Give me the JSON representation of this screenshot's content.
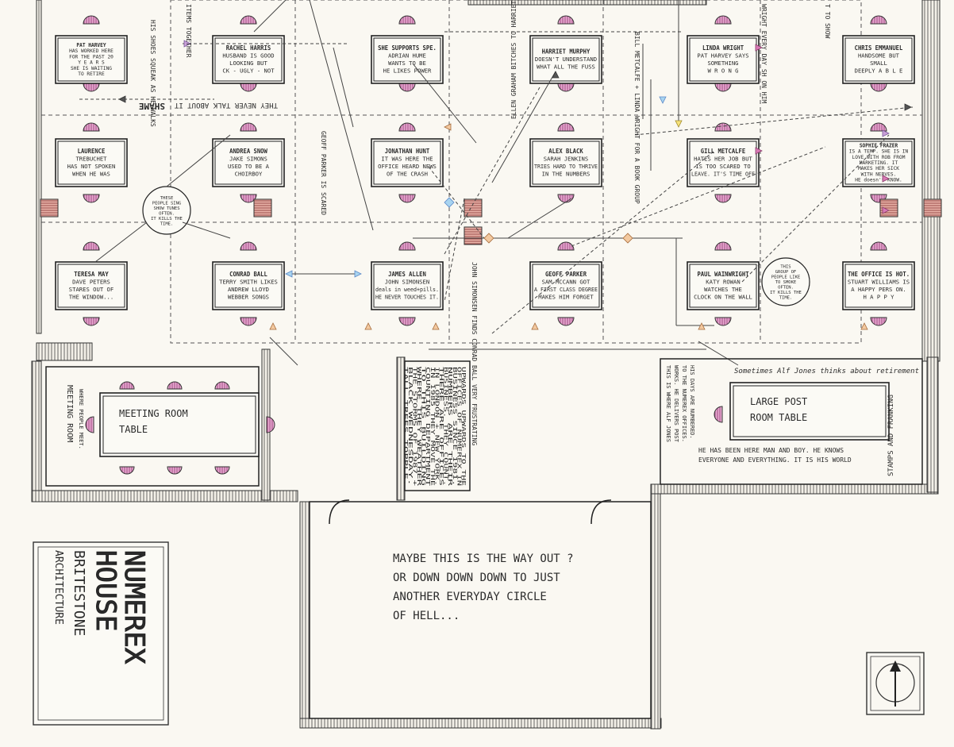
{
  "colors": {
    "paper": "#faf8f2",
    "ink": "#2b2b2b",
    "chair": "#c25a9a",
    "pillar": "#b85a5a",
    "arrow_orange": "#e08a3c",
    "arrow_blue": "#5a88c8",
    "arrow_pink": "#d87ab5"
  },
  "desks": [
    {
      "id": "pat-harvey",
      "lines": [
        "PAT HARVEY",
        "HAS WORKED HERE",
        "FOR THE PAST 20",
        "Y E A R S",
        "SHE IS WAITING",
        "TO RETIRE"
      ]
    },
    {
      "id": "rachel-harris",
      "lines": [
        "RACHEL HARRIS",
        "HUSBAND IS GOOD",
        "LOOKING BUT",
        "CK - UGLY - NOT"
      ]
    },
    {
      "id": "adrian-hume",
      "lines": [
        "SHE SUPPORTS SPE.",
        "ADRIAN HUME",
        "WANTS TO BE",
        "HE LIKES POWER"
      ]
    },
    {
      "id": "harriet-murphy",
      "lines": [
        "HARRIET MURPHY",
        "DOESN'T UNDERSTAND",
        "WHAT ALL THE FUSS"
      ]
    },
    {
      "id": "linda-wright",
      "lines": [
        "LINDA WRIGHT",
        "PAT HARVEY SAYS",
        "SOMETHING",
        "W R O N G"
      ]
    },
    {
      "id": "deeply-able",
      "lines": [
        "CHRIS EMMANUEL",
        "HANDSOME BUT",
        "SMALL",
        "DEEPLY A B L E"
      ]
    },
    {
      "id": "laurence-trebuchet",
      "lines": [
        "LAURENCE",
        "TREBUCHET",
        "HAS NOT SPOKEN",
        "WHEN HE WAS"
      ]
    },
    {
      "id": "andrea-snow",
      "lines": [
        "ANDREA SNOW",
        "JAKE SIMONS",
        "USED TO BE A",
        "CHOIRBOY"
      ]
    },
    {
      "id": "jonathan-hunt",
      "lines": [
        "JONATHAN HUNT",
        "IT WAS HERE THE",
        "OFFICE HEARD NEWS",
        "OF THE CRASH"
      ]
    },
    {
      "id": "alex-black",
      "lines": [
        "ALEX BLACK",
        "SARAH JENKINS",
        "TRIES HARD TO THRIVE",
        "IN THE NUMBERS"
      ]
    },
    {
      "id": "gill-metcalfe",
      "lines": [
        "GILL METCALFE",
        "HATES HER JOB BUT",
        "IS TOO SCARED TO",
        "LEAVE. IT'S TIME OFF"
      ]
    },
    {
      "id": "sophie-frazer",
      "lines": [
        "SOPHIE FRAZER",
        "IS A TEMP. SHE IS IN",
        "LOVE WITH ROB FROM",
        "MARKETING. IT",
        "MAKES HER SICK",
        "WITH NERVES.",
        "HE doesn't KNOW."
      ]
    },
    {
      "id": "dave-peters",
      "lines": [
        "TERESA MAY",
        "DAVE PETERS",
        "STARES OUT OF",
        "THE WINDOW..."
      ]
    },
    {
      "id": "terry-smith",
      "lines": [
        "CONRAD BALL",
        "TERRY SMITH LIKES",
        "ANDREW LLOYD",
        "WEBBER SONGS"
      ]
    },
    {
      "id": "john-simonsen",
      "lines": [
        "JAMES ALLEN",
        "JOHN SIMONSEN",
        "deals in weed+pills.",
        "HE NEVER TOUCHES IT."
      ]
    },
    {
      "id": "sam-mccann",
      "lines": [
        "GEOFF PARKER",
        "SAM MCCANN GOT",
        "A FIRST CLASS DEGREE",
        "MAKES HIM FORGET"
      ]
    },
    {
      "id": "katy-rowan",
      "lines": [
        "PAUL WAINWRIGHT",
        "KATY ROWAN",
        "WATCHES THE",
        "CLOCK ON THE WALL"
      ]
    },
    {
      "id": "stuart-williams",
      "lines": [
        "THE OFFICE IS HOT.",
        "STUART WILLIAMS IS",
        "A HAPPY PERS ON.",
        "H A P P Y"
      ]
    }
  ],
  "circles": [
    {
      "id": "sing-circle",
      "lines": [
        "THESE",
        "PEOPLE SING",
        "SHOW TUNES",
        "OFTEN.",
        "IT KILLS THE",
        "TIME."
      ]
    },
    {
      "id": "like-circle",
      "lines": [
        "THIS",
        "GROUP OF",
        "PEOPLE LIKE",
        "TO SMOKE",
        "OFTEN.",
        "IT KILLS THE",
        "TIME."
      ]
    }
  ],
  "notes": {
    "shame": "SHAME",
    "never_talk": "THEY NEVER TALK ABOUT IT",
    "shoes": "HIS SHOES SQUEAK AS HE WALKS",
    "items_together": "ITEMS TOGETHER",
    "geoff": "GEOFF PARKER IS SCARED",
    "bill_metcalfe": "BILL METCALFE + LINDA WRIGHT FOR A BOOK GROUP",
    "ellen": "ELLEN GRAHAM BITCHES TO HARRIET MURPHY",
    "wright_every_day": "WRIGHT EVERY DAY SH ON HIM",
    "to_show": "T TO SHOW",
    "simonsen_note": "JOHN SIMONSEN FINDS CONRAD BALL VERY FRUSTRATING",
    "alf_jones": "Sometimes Alf Jones thinks about retirement",
    "post_room_info": [
      "HE HAS BEEN HERE MAN AND BOY. HE KNOWS",
      "EVERYONE AND EVERYTHING. IT IS HIS WORLD"
    ],
    "post_room_side": [
      "THIS IS WHERE ALF JONES",
      "WORKS. HE DELIVERS POST",
      "TO THE NUMEREX OFFICES.",
      "HIS DAYS ARE NUMBERED."
    ],
    "stamps": "STAMPS AND FRANKING"
  },
  "meeting_room": {
    "table": [
      "MEETING ROOM",
      "TABLE"
    ],
    "label": "MEETING ROOM",
    "sub": "WHERE PEOPLE MEET."
  },
  "post_room": {
    "table": [
      "LARGE POST",
      "ROOM TABLE"
    ]
  },
  "history": [
    "UPWARDS UPWARDS TO THE",
    "OFFICES OF NUMEREX IN",
    "BUSINESS SINCE 1981.",
    "NUMBERS ARE THEIR",
    "BUSINESS. THEY COUNT.",
    "THERE ARE OFFICES",
    "IN LONDON + NEW YORK.",
    "IN 1985 THEY MOVE THE",
    "COUNTING DEPARTMENT",
    "TO THIS BUILDING",
    "WHERE THEY WEATHER",
    "THE STORMS OF 1987 +",
    "BLACK WEDNESDAY.",
    "TALL TREES TOPPLE."
  ],
  "way_out": [
    "MAYBE THIS IS THE WAY OUT ?",
    "OR DOWN DOWN DOWN TO JUST",
    "ANOTHER EVERYDAY CIRCLE",
    "OF HELL..."
  ],
  "title_block": {
    "line1": "NUMEREX",
    "line2": "HOUSE",
    "line3": "BRITESTONE",
    "line4": "ARCHITECTURE"
  }
}
